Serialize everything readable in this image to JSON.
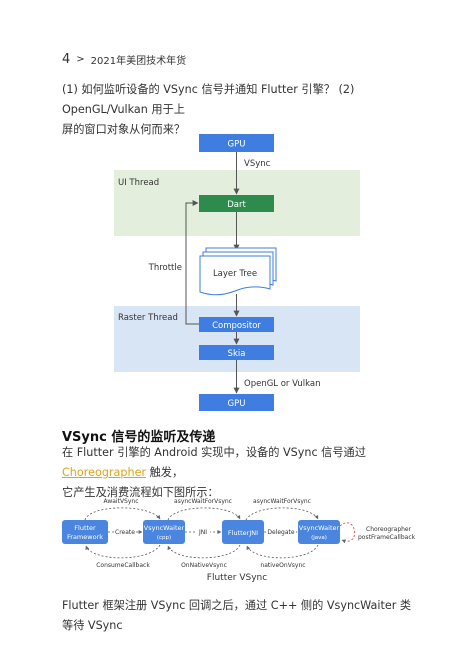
{
  "header": {
    "page_number": "4",
    "chevron": ">",
    "book_title": "2021年美团技术年货"
  },
  "intro": {
    "line1": "(1) 如何监听设备的 VSync 信号并通知 Flutter 引擎？ (2) OpenGL/Vulkan 用于上",
    "line2": "屏的窗口对象从何而来？"
  },
  "pipeline_diagram": {
    "gpu_top": "GPU",
    "vsync_label": "VSync",
    "ui_thread": "UI Thread",
    "dart": "Dart",
    "throttle": "Throttle",
    "layer_tree": "Layer Tree",
    "raster_thread": "Raster Thread",
    "compositor": "Compositor",
    "skia": "Skia",
    "opengl_label": "OpenGL or Vulkan",
    "gpu_bottom": "GPU",
    "colors": {
      "box_blue": "#3f7ee0",
      "dart_green": "#2e8b4e",
      "ui_band": "#e3efdc",
      "raster_band": "#d8e5f4",
      "layer_border": "#3f7ee0"
    }
  },
  "section": {
    "title": "VSync 信号的监听及传递",
    "line1_pre": "在 Flutter 引擎的 Android 实现中，设备的 VSync 信号通过 ",
    "line1_link": "Choreographer",
    "line1_post": " 触发，",
    "line2": "它产生及消费流程如下图所示："
  },
  "vsync_flow_diagram": {
    "flutter_framework": [
      "Flutter",
      "Framework"
    ],
    "vsync_waiter_cpp": [
      "VsyncWaiter",
      "(cpp)"
    ],
    "flutter_jni": "FlutterJNI",
    "vsync_waiter_java": [
      "VsyncWaiter",
      "(java)"
    ],
    "choreographer_note": [
      "Choreographer",
      "postFrameCallback"
    ],
    "await_vsync": "AwaitVSync",
    "create": "Create",
    "consume_callback": "ConsumeCallback",
    "async_wait_cpp": "asyncWaitForVsync",
    "jni": "JNI",
    "on_native_vsync": "OnNativeVsync",
    "async_wait_java": "asyncWaitForVsync",
    "delegate": "Delegate",
    "native_on_vsync": "nativeOnVsync"
  },
  "caption": "Flutter VSync",
  "footer_text": "Flutter 框架注册 VSync 回调之后，通过 C++ 侧的 VsyncWaiter 类等待 VSync"
}
